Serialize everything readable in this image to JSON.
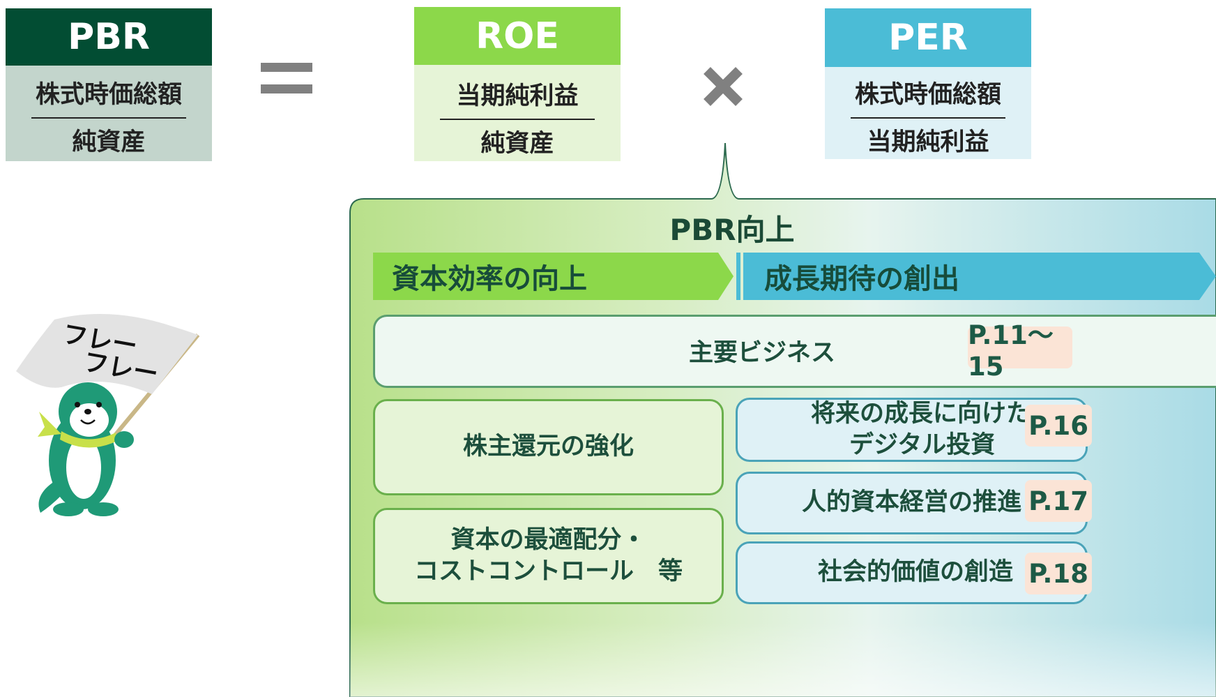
{
  "pbr": {
    "header": "PBR",
    "numerator": "株式時価総額",
    "denominator": "純資産",
    "color": "#024d33",
    "body_color": "#c3d5cc"
  },
  "roe": {
    "header": "ROE",
    "numerator": "当期純利益",
    "denominator": "純資産",
    "color": "#8cd84a",
    "body_color": "#e6f4d7"
  },
  "per": {
    "header": "PER",
    "numerator": "株式時価総額",
    "denominator": "当期純利益",
    "color": "#4bbcd6",
    "body_color": "#dff1f6"
  },
  "panel": {
    "title": "PBR向上",
    "left_arrow": "資本効率の向上",
    "right_arrow": "成長期待の創出",
    "main_business": {
      "label": "主要ビジネス",
      "page": "P.11～15"
    },
    "left_items": [
      {
        "label": "株主還元の強化"
      },
      {
        "label_line1": "資本の最適配分・",
        "label_line2": "コストコントロール　等"
      }
    ],
    "right_items": [
      {
        "label_line1": "将来の成長に向けた",
        "label_line2": "デジタル投資",
        "page": "P.16"
      },
      {
        "label": "人的資本経営の推進",
        "page": "P.17"
      },
      {
        "label": "社会的価値の創造",
        "page": "P.18"
      }
    ]
  },
  "mascot": {
    "flag_text_line1": "フレー",
    "flag_text_line2": "フレー"
  },
  "colors": {
    "dark_green": "#024d33",
    "light_green": "#8cd84a",
    "blue": "#4bbcd6",
    "operator_gray": "#808080"
  }
}
